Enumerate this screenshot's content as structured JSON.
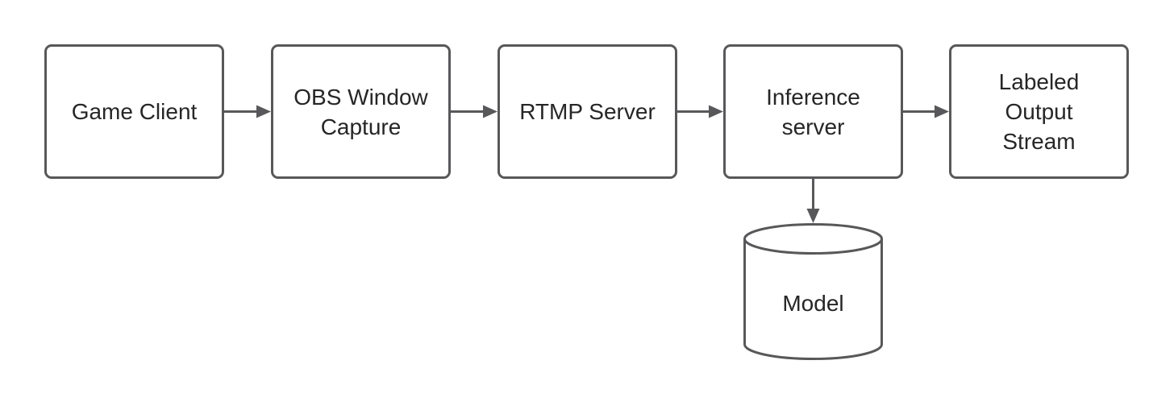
{
  "diagram": {
    "type": "flowchart",
    "direction": "left-to-right",
    "nodes": [
      {
        "id": "game-client",
        "shape": "rounded-rectangle",
        "label": "Game Client"
      },
      {
        "id": "obs-window-capture",
        "shape": "rounded-rectangle",
        "label": "OBS Window\nCapture"
      },
      {
        "id": "rtmp-server",
        "shape": "rounded-rectangle",
        "label": "RTMP Server"
      },
      {
        "id": "inference-server",
        "shape": "rounded-rectangle",
        "label": "Inference\nserver"
      },
      {
        "id": "labeled-output-stream",
        "shape": "rounded-rectangle",
        "label": "Labeled\nOutput\nStream"
      },
      {
        "id": "model",
        "shape": "cylinder",
        "label": "Model"
      }
    ],
    "edges": [
      {
        "from": "game-client",
        "to": "obs-window-capture",
        "style": "solid-arrow"
      },
      {
        "from": "obs-window-capture",
        "to": "rtmp-server",
        "style": "solid-arrow"
      },
      {
        "from": "rtmp-server",
        "to": "inference-server",
        "style": "solid-arrow"
      },
      {
        "from": "inference-server",
        "to": "labeled-output-stream",
        "style": "solid-arrow"
      },
      {
        "from": "inference-server",
        "to": "model",
        "style": "solid-arrow"
      }
    ],
    "colors": {
      "stroke": "#58585a",
      "fill": "#ffffff",
      "text": "#262626",
      "background": "#ffffff"
    }
  }
}
